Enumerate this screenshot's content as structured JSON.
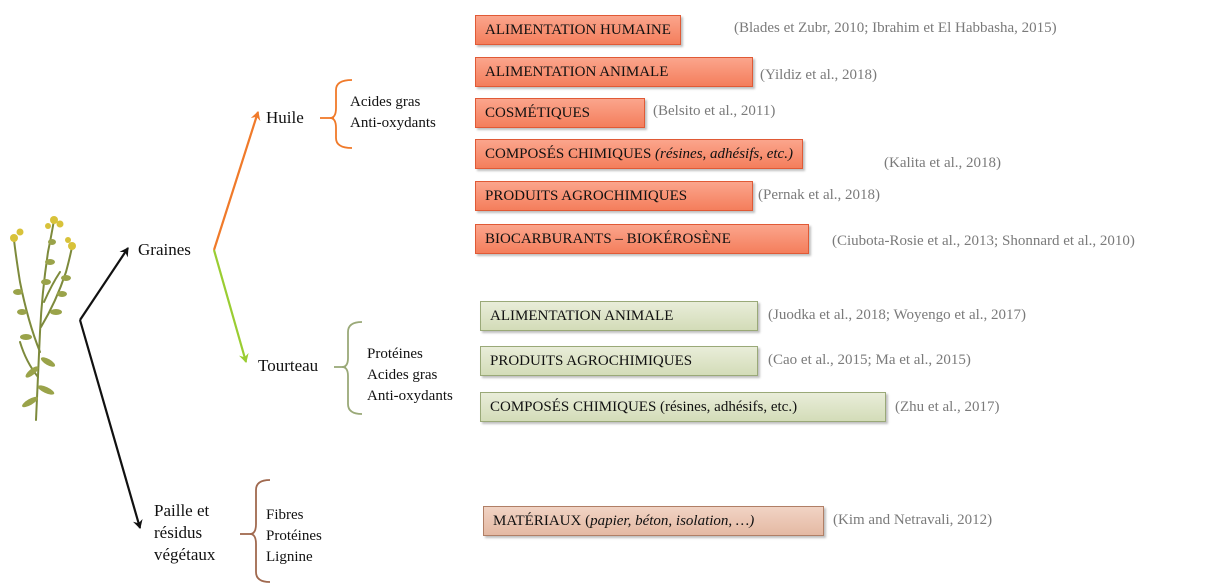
{
  "main_branches": {
    "graines": "Graines",
    "paille": [
      "Paille et",
      "résidus",
      "végétaux"
    ]
  },
  "huile": {
    "label": "Huile",
    "components": [
      "Acides gras",
      "Anti-oxydants"
    ],
    "uses": [
      {
        "text": "ALIMENTATION HUMAINE",
        "ital": "",
        "ref": "(Blades et Zubr, 2010; Ibrahim et El Habbasha, 2015)"
      },
      {
        "text": "ALIMENTATION ANIMALE",
        "ital": "",
        "ref": "(Yildiz et al., 2018)"
      },
      {
        "text": "COSMÉTIQUES",
        "ital": "",
        "ref": "(Belsito et al., 2011)"
      },
      {
        "text": "COMPOSÉS CHIMIQUES ",
        "ital": "(résines, adhésifs, etc.)",
        "ref": "(Kalita et al., 2018)"
      },
      {
        "text": "PRODUITS AGROCHIMIQUES",
        "ital": "",
        "ref": "(Pernak et al., 2018)"
      },
      {
        "text": "BIOCARBURANTS – BIOKÉROSÈNE",
        "ital": "",
        "ref": "(Ciubota-Rosie et al., 2013; Shonnard et al., 2010)"
      }
    ]
  },
  "tourteau": {
    "label": "Tourteau",
    "components": [
      "Protéines",
      "Acides gras",
      "Anti-oxydants"
    ],
    "uses": [
      {
        "text": "ALIMENTATION ANIMALE",
        "ref": "(Juodka et al., 2018; Woyengo et al., 2017)"
      },
      {
        "text": "PRODUITS AGROCHIMIQUES",
        "ref": "(Cao et al., 2015; Ma et al., 2015)"
      },
      {
        "text": "COMPOSÉS CHIMIQUES (résines, adhésifs, etc.)",
        "ref": "(Zhu et al., 2017)"
      }
    ]
  },
  "paille": {
    "components": [
      "Fibres",
      "Protéines",
      "Lignine"
    ],
    "use": {
      "text": "MATÉRIAUX (",
      "ital": "papier, béton, isolation, …)",
      "ref": "(Kim and Netravali, 2012)"
    }
  },
  "colors": {
    "huile_arrow": "#f07a2a",
    "tourteau_arrow": "#9acd32",
    "oil_box": "#f47e5c",
    "cake_box": "#d3dcb8",
    "straw_box": "#e4b9a3",
    "reference_text": "#7a7a7a"
  }
}
